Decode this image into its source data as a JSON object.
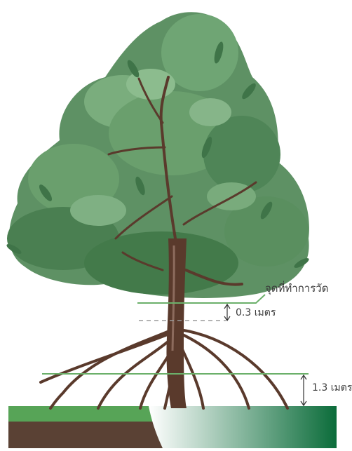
{
  "diagram": {
    "labels": {
      "measure_point": "จุดที่ทำการวัด",
      "offset_label": "0.3 เมตร",
      "height_label": "1.3 เมตร"
    },
    "colors": {
      "foliage_dark": "#3f7448",
      "foliage_mid": "#5e9164",
      "foliage_light": "#86b589",
      "trunk": "#5a3a2c",
      "trunk_highlight": "#8c6b5d",
      "guide_line": "#6bb06a",
      "dashed_line": "#9a9a9a",
      "grass": "#57a457",
      "soil": "#5a4134",
      "gradient_start": "#ffffff",
      "gradient_end": "#0b6c3a"
    }
  }
}
